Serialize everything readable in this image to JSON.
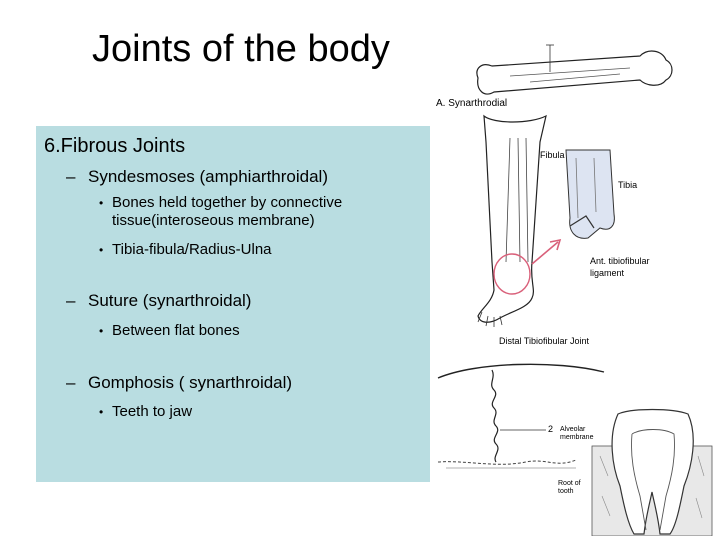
{
  "slide": {
    "title": "Joints of the body",
    "heading": "6.Fibrous Joints",
    "items": [
      {
        "label": "Syndesmoses (amphiarthroidal)",
        "bullets": [
          "Bones held together by connective tissue(interoseous membrane)",
          "Tibia-fibula/Radius-Ulna"
        ]
      },
      {
        "label": "Suture (synarthroidal)",
        "bullets": [
          "Between flat bones"
        ]
      },
      {
        "label": "Gomphosis ( synarthroidal)",
        "bullets": [
          "Teeth to jaw"
        ]
      }
    ]
  },
  "figures": {
    "synarthrodial_label": "A. Synarthrodial",
    "fibula_label": "Fibula",
    "tibia_label": "Tibia",
    "ligament_label_line1": "Ant. tibiofibular",
    "ligament_label_line2": "ligament",
    "joint_caption": "Distal Tibiofibular Joint",
    "suture_marker": "2",
    "tooth_label_1": "Alveolar membrane",
    "tooth_label_2": "Root of tooth"
  },
  "colors": {
    "content_background": "#b9dde1",
    "arrow_accent": "#d9607a"
  }
}
